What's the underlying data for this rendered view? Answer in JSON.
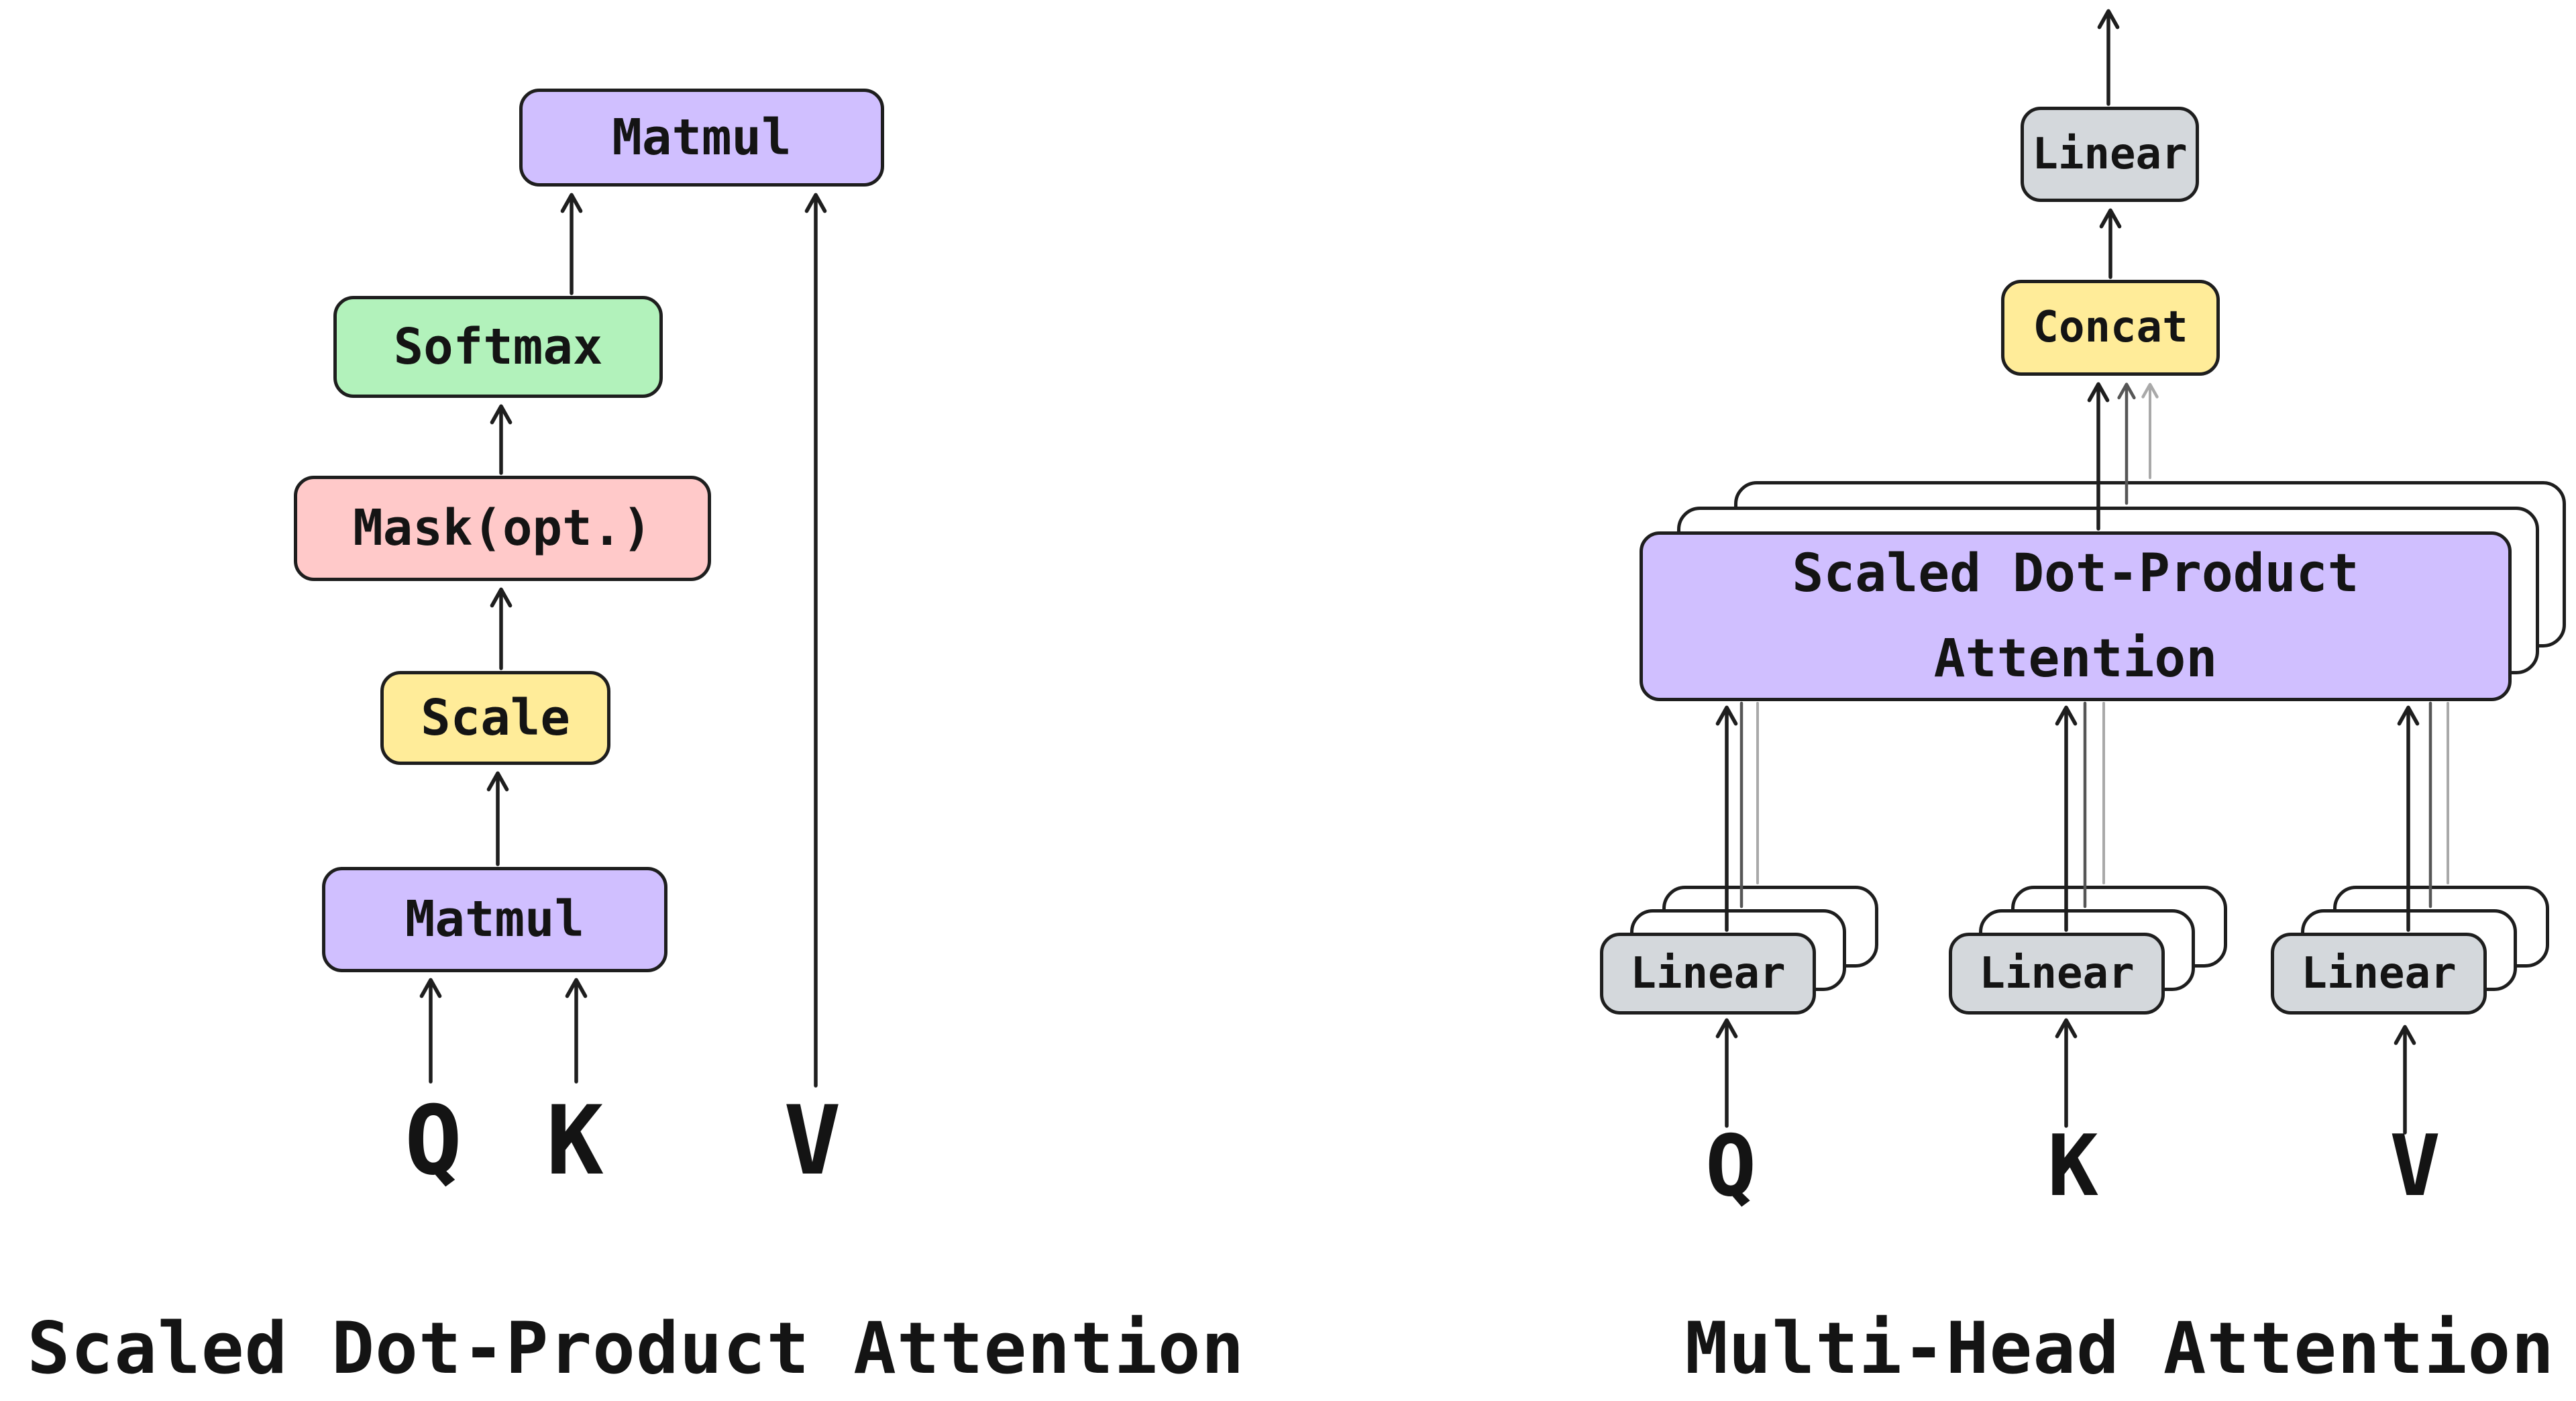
{
  "colors": {
    "background": "#ffffff",
    "stroke": "#1e1e1e",
    "purple": "#d0bfff",
    "green": "#b2f2bb",
    "pink": "#ffc9c9",
    "yellow": "#ffec99",
    "gray": "#d4d8dc",
    "arrow-mid": "#565656",
    "arrow-light": "#a9a9a9"
  },
  "left": {
    "caption": "Scaled Dot-Product Attention",
    "boxes": {
      "matmul_top": "Matmul",
      "softmax": "Softmax",
      "mask": "Mask(opt.)",
      "scale": "Scale",
      "matmul_bottom": "Matmul"
    },
    "inputs": {
      "q": "Q",
      "k": "K",
      "v": "V"
    }
  },
  "right": {
    "caption": "Multi-Head Attention",
    "boxes": {
      "linear_out": "Linear",
      "concat": "Concat",
      "sdpa_line1": "Scaled Dot-Product",
      "sdpa_line2": "Attention",
      "linear_q": "Linear",
      "linear_k": "Linear",
      "linear_v": "Linear"
    },
    "inputs": {
      "q": "Q",
      "k": "K",
      "v": "V"
    }
  }
}
